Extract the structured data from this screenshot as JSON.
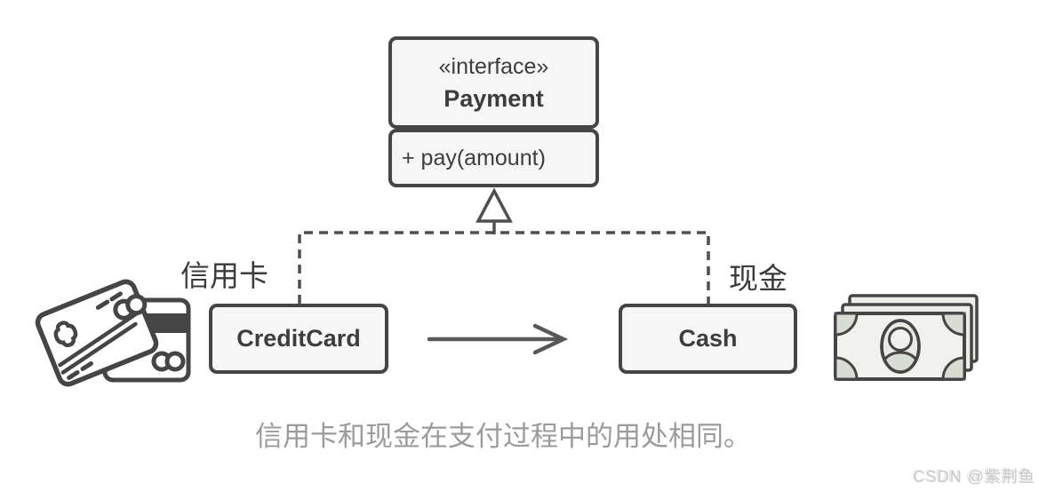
{
  "colors": {
    "stroke": "#454545",
    "line": "#4f4f4f",
    "box-fill": "#f6f6f6",
    "text": "#3d3d3d",
    "caption": "#9b9b9b",
    "watermark": "#c9c9c9",
    "note-fill": "#f1f2ee",
    "note-shade": "#d9dcd3"
  },
  "interface_box": {
    "stereotype": "«interface»",
    "name": "Payment",
    "method": "+ pay(amount)"
  },
  "credit_card": {
    "class_name": "CreditCard",
    "label": "信用卡"
  },
  "cash": {
    "class_name": "Cash",
    "label": "现金"
  },
  "caption": "信用卡和现金在支付过程中的用处相同。",
  "watermark": "CSDN @紫荆鱼",
  "icons": {
    "credit_cards": "credit-cards-icon",
    "cash_stack": "cash-stack-icon",
    "realization_arrowhead": "realization-triangle-icon"
  }
}
